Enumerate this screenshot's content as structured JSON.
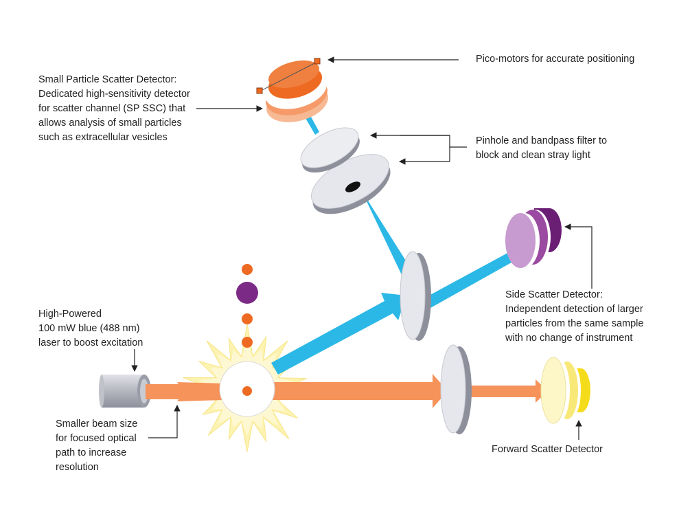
{
  "labels": {
    "pico_motors": "Pico-motors for accurate positioning",
    "sp_detector": [
      "Small Particle Scatter Detector:",
      "Dedicated high-sensitivity detector",
      "for scatter channel (SP SSC) that",
      "allows analysis of small particles",
      "such as extracellular vesicles"
    ],
    "pinhole": [
      "Pinhole and bandpass filter to",
      "block and clean stray light"
    ],
    "side_scatter": [
      "Side Scatter Detector:",
      "Independent detection of larger",
      "particles from the same sample",
      "with no change of instrument"
    ],
    "laser": [
      "High-Powered",
      "100 mW blue (488 nm)",
      "laser to boost excitation"
    ],
    "beam_size": [
      "Smaller beam size",
      "for focused optical",
      "path to increase",
      "resolution"
    ],
    "forward_scatter": "Forward Scatter Detector"
  },
  "colors": {
    "laser_beam": "#f5935a",
    "scatter_beam": "#2bb8e6",
    "particle_orange": "#ee6a22",
    "particle_purple": "#7b2a86",
    "sp_detector": "#ee6a22",
    "side_detector": "#8e3b94",
    "forward_detector": "#f5dc1a",
    "flash": "#fdf3b0",
    "lens": "#a9aab8",
    "text": "#222222"
  }
}
